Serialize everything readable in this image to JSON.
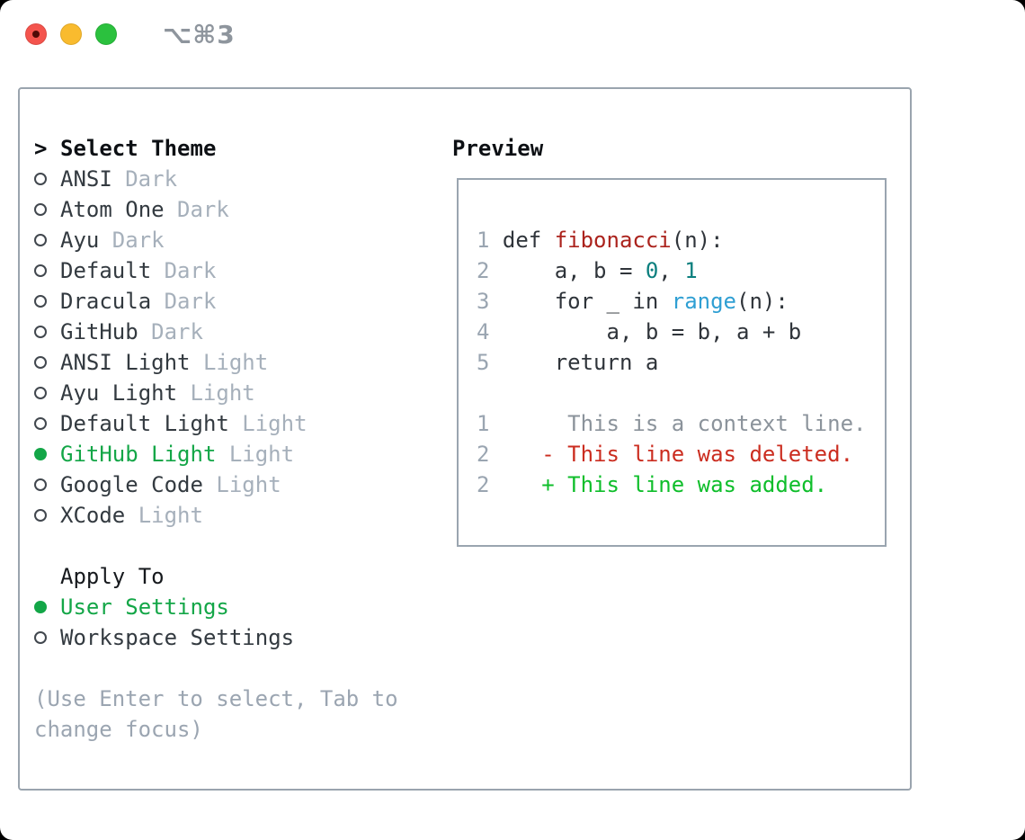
{
  "window": {
    "title": "⌥⌘3",
    "traffic_lights": {
      "close_color": "#f4544d",
      "minimize_color": "#f9bb2e",
      "zoom_color": "#2bc13e"
    }
  },
  "theme_panel": {
    "header": {
      "prefix": ">",
      "label": "Select Theme"
    },
    "themes": [
      {
        "name": "ANSI",
        "variant": "Dark",
        "selected": false
      },
      {
        "name": "Atom One",
        "variant": "Dark",
        "selected": false
      },
      {
        "name": "Ayu",
        "variant": "Dark",
        "selected": false
      },
      {
        "name": "Default",
        "variant": "Dark",
        "selected": false
      },
      {
        "name": "Dracula",
        "variant": "Dark",
        "selected": false
      },
      {
        "name": "GitHub",
        "variant": "Dark",
        "selected": false
      },
      {
        "name": "ANSI Light",
        "variant": "Light",
        "selected": false
      },
      {
        "name": "Ayu Light",
        "variant": "Light",
        "selected": false
      },
      {
        "name": "Default Light",
        "variant": "Light",
        "selected": false
      },
      {
        "name": "GitHub Light",
        "variant": "Light",
        "selected": true
      },
      {
        "name": "Google Code",
        "variant": "Light",
        "selected": false
      },
      {
        "name": "XCode",
        "variant": "Light",
        "selected": false
      }
    ],
    "apply_to": {
      "label": "Apply To",
      "options": [
        {
          "name": "User Settings",
          "selected": true
        },
        {
          "name": "Workspace Settings",
          "selected": false
        }
      ]
    },
    "hint": "(Use Enter to select, Tab to change focus)"
  },
  "preview": {
    "header": "Preview",
    "code_lines": [
      {
        "segments": [
          {
            "t": "1",
            "c": "ln"
          },
          {
            "t": " def ",
            "c": "code"
          },
          {
            "t": "fibonacci",
            "c": "title"
          },
          {
            "t": "(n):",
            "c": "code"
          }
        ]
      },
      {
        "segments": [
          {
            "t": "2",
            "c": "ln"
          },
          {
            "t": "     a, b = ",
            "c": "code"
          },
          {
            "t": "0",
            "c": "num"
          },
          {
            "t": ", ",
            "c": "code"
          },
          {
            "t": "1",
            "c": "num"
          }
        ]
      },
      {
        "segments": [
          {
            "t": "3",
            "c": "ln"
          },
          {
            "t": "     for _ in ",
            "c": "code"
          },
          {
            "t": "range",
            "c": "builtin"
          },
          {
            "t": "(n):",
            "c": "code"
          }
        ]
      },
      {
        "segments": [
          {
            "t": "4",
            "c": "ln"
          },
          {
            "t": "         a, b = b, a + b",
            "c": "code"
          }
        ]
      },
      {
        "segments": [
          {
            "t": "5",
            "c": "ln"
          },
          {
            "t": "     return a",
            "c": "code"
          }
        ]
      },
      {
        "segments": []
      },
      {
        "segments": [
          {
            "t": "1",
            "c": "ln"
          },
          {
            "t": "      This is a context line.",
            "c": "ctx"
          }
        ]
      },
      {
        "segments": [
          {
            "t": "2",
            "c": "ln"
          },
          {
            "t": "    ",
            "c": "code"
          },
          {
            "t": "- This line was deleted.",
            "c": "del"
          }
        ]
      },
      {
        "segments": [
          {
            "t": "2",
            "c": "ln"
          },
          {
            "t": "    ",
            "c": "code"
          },
          {
            "t": "+ This line was added.",
            "c": "add"
          }
        ]
      }
    ]
  },
  "colors": {
    "selection_green": "#13a647",
    "muted_gray": "#a6b0bb",
    "text_dark": "#333a40",
    "header_black": "#0d1014",
    "panel_border": "#9aa4ae",
    "line_number_gray": "#9aa5b1",
    "code_default": "#2f343a",
    "function_red": "#ab231d",
    "builtin_blue": "#2f9fd3",
    "number_teal": "#0b7f7e",
    "context_gray": "#8b939b",
    "deletion_red": "#cb2d20",
    "addition_green": "#0fbe2b",
    "titlebar_text": "#8e959d"
  }
}
